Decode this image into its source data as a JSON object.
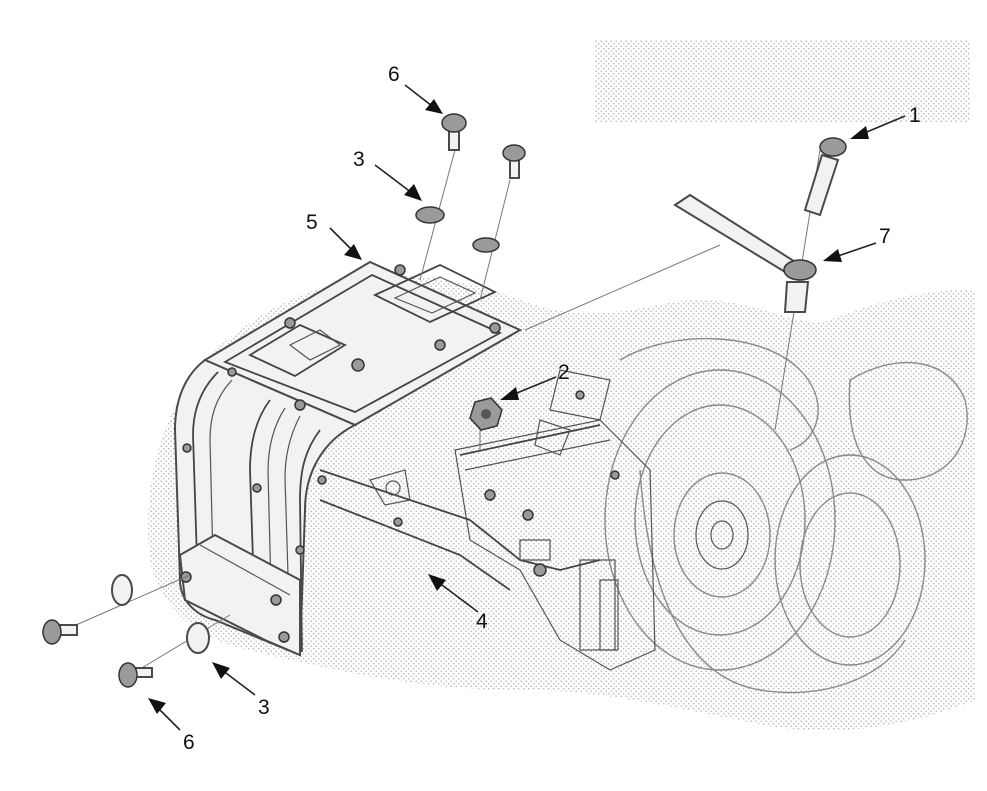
{
  "diagram": {
    "shading_color": "#cfcfcf",
    "line_color": "#444444",
    "callouts": [
      {
        "id": "c1",
        "label": "1"
      },
      {
        "id": "c2",
        "label": "2"
      },
      {
        "id": "c3a",
        "label": "3"
      },
      {
        "id": "c3b",
        "label": "3"
      },
      {
        "id": "c4",
        "label": "4"
      },
      {
        "id": "c5",
        "label": "5"
      },
      {
        "id": "c6a",
        "label": "6"
      },
      {
        "id": "c6b",
        "label": "6"
      },
      {
        "id": "c7",
        "label": "7"
      }
    ]
  }
}
